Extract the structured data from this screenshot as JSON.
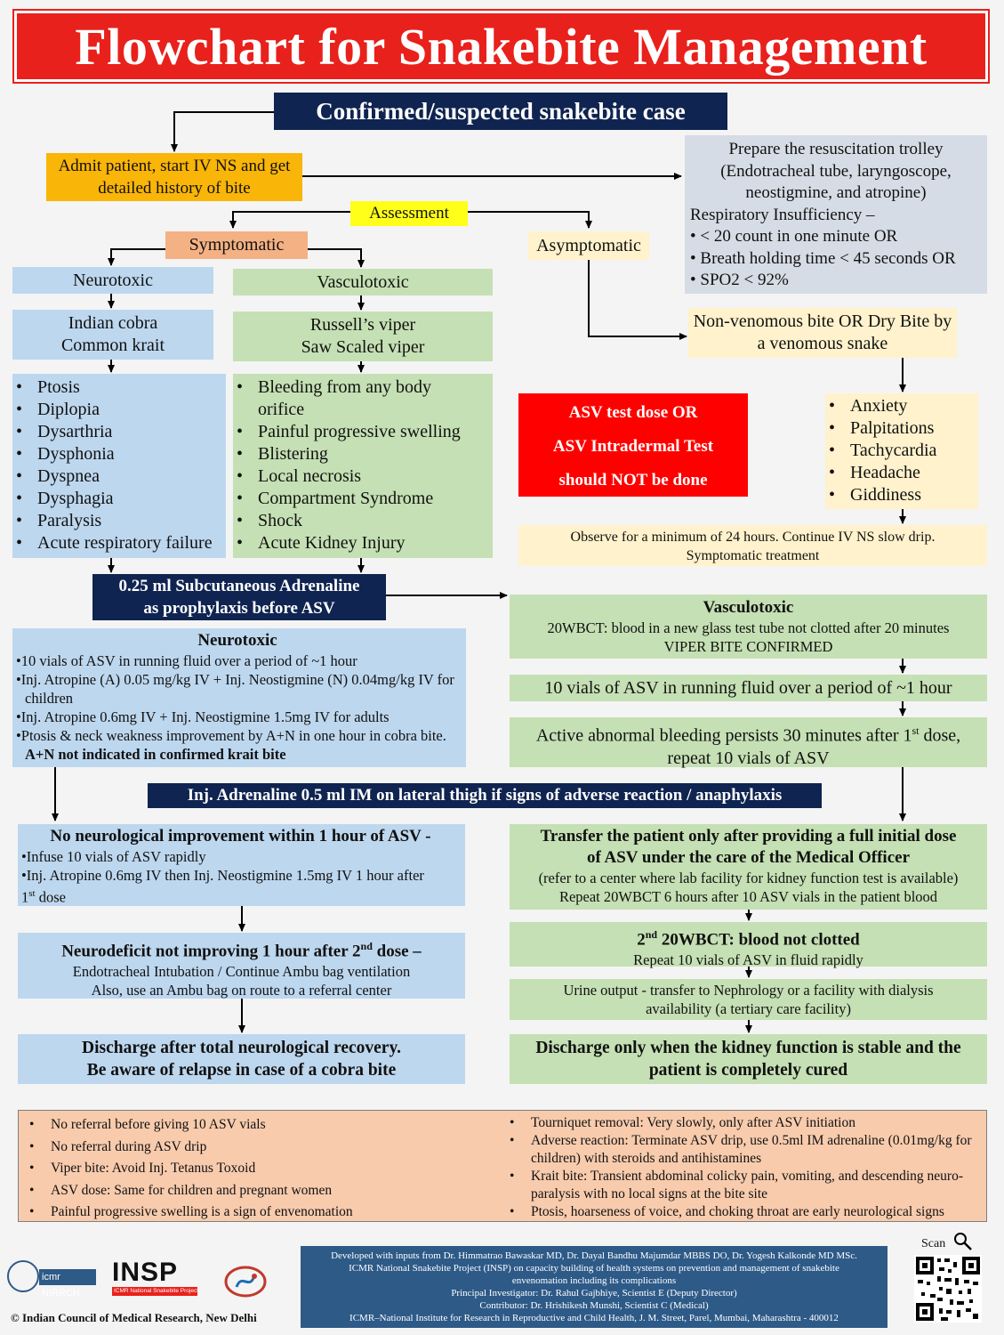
{
  "title": "Flowchart for Snakebite Management",
  "confirmed": "Confirmed/suspected snakebite case",
  "admit": "Admit patient, start IV NS and get detailed history of bite",
  "trolley": {
    "title": "Prepare the resuscitation trolley (Endotracheal tube, laryngoscope, neostigmine, and atropine)",
    "resp_title": "Respiratory Insufficiency –",
    "items": [
      "< 20 count in one minute OR",
      "Breath holding time < 45 seconds OR",
      "SPO2 < 92%"
    ]
  },
  "assessment": "Assessment",
  "symptomatic": "Symptomatic",
  "asymptomatic": "Asymptomatic",
  "neurotoxic": "Neurotoxic",
  "vasculotoxic": "Vasculotoxic",
  "neuro_snakes": [
    "Indian cobra",
    "Common krait"
  ],
  "vaso_snakes": [
    "Russell’s viper",
    "Saw Scaled viper"
  ],
  "neuro_symptoms": [
    "Ptosis",
    "Diplopia",
    "Dysarthria",
    "Dysphonia",
    "Dyspnea",
    "Dysphagia",
    "Paralysis",
    "Acute respiratory failure"
  ],
  "vaso_symptoms": [
    "Bleeding from any body orifice",
    "Painful progressive swelling",
    "Blistering",
    "Local necrosis",
    "Compartment Syndrome",
    "Shock",
    "Acute Kidney Injury"
  ],
  "nonvenom": "Non-venomous bite OR Dry Bite by a venomous snake",
  "asv_warning": [
    "ASV test dose OR",
    "ASV Intradermal Test",
    "should NOT be done"
  ],
  "anxiety": [
    "Anxiety",
    "Palpitations",
    "Tachycardia",
    "Headache",
    "Giddiness"
  ],
  "observe": [
    "Observe for a minimum of 24 hours. Continue IV NS slow drip.",
    "Symptomatic treatment"
  ],
  "adrenaline_sc": [
    "0.25 ml Subcutaneous Adrenaline",
    "as prophylaxis before ASV"
  ],
  "neuro_tx": {
    "title": "Neurotoxic",
    "items": [
      "10 vials of ASV in running fluid over a period of ~1 hour",
      "Inj. Atropine (A) 0.05 mg/kg IV + Inj. Neostigmine (N) 0.04mg/kg IV for children",
      "Inj. Atropine 0.6mg IV + Inj. Neostigmine 1.5mg IV for adults",
      "Ptosis & neck weakness improvement by A+N in one hour in cobra bite."
    ],
    "bold_tail": "A+N not indicated in confirmed krait bite"
  },
  "vaso_tx": {
    "title": "Vasculotoxic",
    "line1": "20WBCT: blood in a new glass test tube not clotted after 20 minutes",
    "line2": "VIPER BITE CONFIRMED"
  },
  "vaso_asv": "10 vials of ASV in running fluid over a period of ~1 hour",
  "active_bleed": {
    "pre": "Active abnormal bleeding persists 30 minutes after 1",
    "sup": "st",
    "post": " dose,",
    "line2": "repeat 10 vials of ASV"
  },
  "adrenaline_im": "Inj. Adrenaline 0.5 ml IM on lateral thigh if signs of adverse reaction / anaphylaxis",
  "no_neuro": {
    "title": "No neurological improvement within 1 hour of ASV -",
    "item1": "•Infuse 10 vials of ASV rapidly",
    "item2": "•Inj. Atropine 0.6mg IV then Inj. Neostigmine 1.5mg IV 1 hour after",
    "item2b_sup": "st",
    "item2b_pre": "1",
    "item2b_post": " dose"
  },
  "transfer": {
    "title1": "Transfer the patient only after providing a full initial dose",
    "title2": "of ASV under the care of the Medical Officer",
    "line3": "(refer to a center where lab facility for kidney function test is available)",
    "line4": "Repeat 20WBCT 6 hours after 10 ASV vials in the patient blood"
  },
  "neurodeficit": {
    "pre": "Neurodeficit not improving 1 hour after 2",
    "sup": "nd",
    "post": " dose –",
    "line2": "Endotracheal Intubation / Continue Ambu bag ventilation",
    "line3": "Also, use an Ambu bag on route to a referral center"
  },
  "second_wbct": {
    "pre": "2",
    "sup": "nd",
    "post": " 20WBCT: blood not clotted",
    "line2": "Repeat 10 vials of ASV in fluid rapidly"
  },
  "urine": [
    "Urine output - transfer to Nephrology or a facility with dialysis",
    "availability (a tertiary care facility)"
  ],
  "discharge_neuro": [
    "Discharge after total neurological recovery.",
    "Be aware of relapse in case of a cobra bite"
  ],
  "discharge_kidney": [
    "Discharge only when the kidney function is stable and the",
    "patient is completely cured"
  ],
  "notes_left": [
    "No referral before giving 10 ASV vials",
    "No referral during ASV drip",
    "Viper bite: Avoid Inj. Tetanus Toxoid",
    "ASV dose: Same for children and pregnant women",
    "Painful progressive swelling is a sign of envenomation"
  ],
  "notes_right": [
    "Tourniquet removal: Very slowly, only after ASV initiation",
    "Adverse reaction: Terminate ASV drip, use 0.5ml IM adrenaline (0.01mg/kg for children) with steroids and antihistamines",
    "Krait bite: Transient abdominal colicky pain, vomiting, and descending neuro-paralysis with no local signs at the bite site",
    "Ptosis, hoarseness of voice, and choking throat are early neurological signs"
  ],
  "footer": {
    "credit_lines": [
      "Developed with inputs from Dr. Himmatrao Bawaskar MD, Dr. Dayal Bandhu Majumdar MBBS DO, Dr. Yogesh Kalkonde MD MSc.",
      "ICMR National Snakebite Project (INSP) on capacity building of health systems on prevention and management of snakebite",
      "envenomation including its complications",
      "Principal Investigator: Dr. Rahul Gajbhiye, Scientist E (Deputy Director)",
      "Contributor: Dr. Hrishikesh Munshi, Scientist C (Medical)",
      "ICMR–National Institute for Research in Reproductive and Child Health, J. M. Street, Parel, Mumbai, Maharashtra - 400012"
    ],
    "copyright": "© Indian Council of Medical Research, New Delhi",
    "logo_nirrch": "NIRRCH",
    "logo_icmr": "icmr",
    "logo_insp": "INSP",
    "logo_insp_sub": "ICMR National Snakebite Project",
    "scan": "Scan"
  }
}
